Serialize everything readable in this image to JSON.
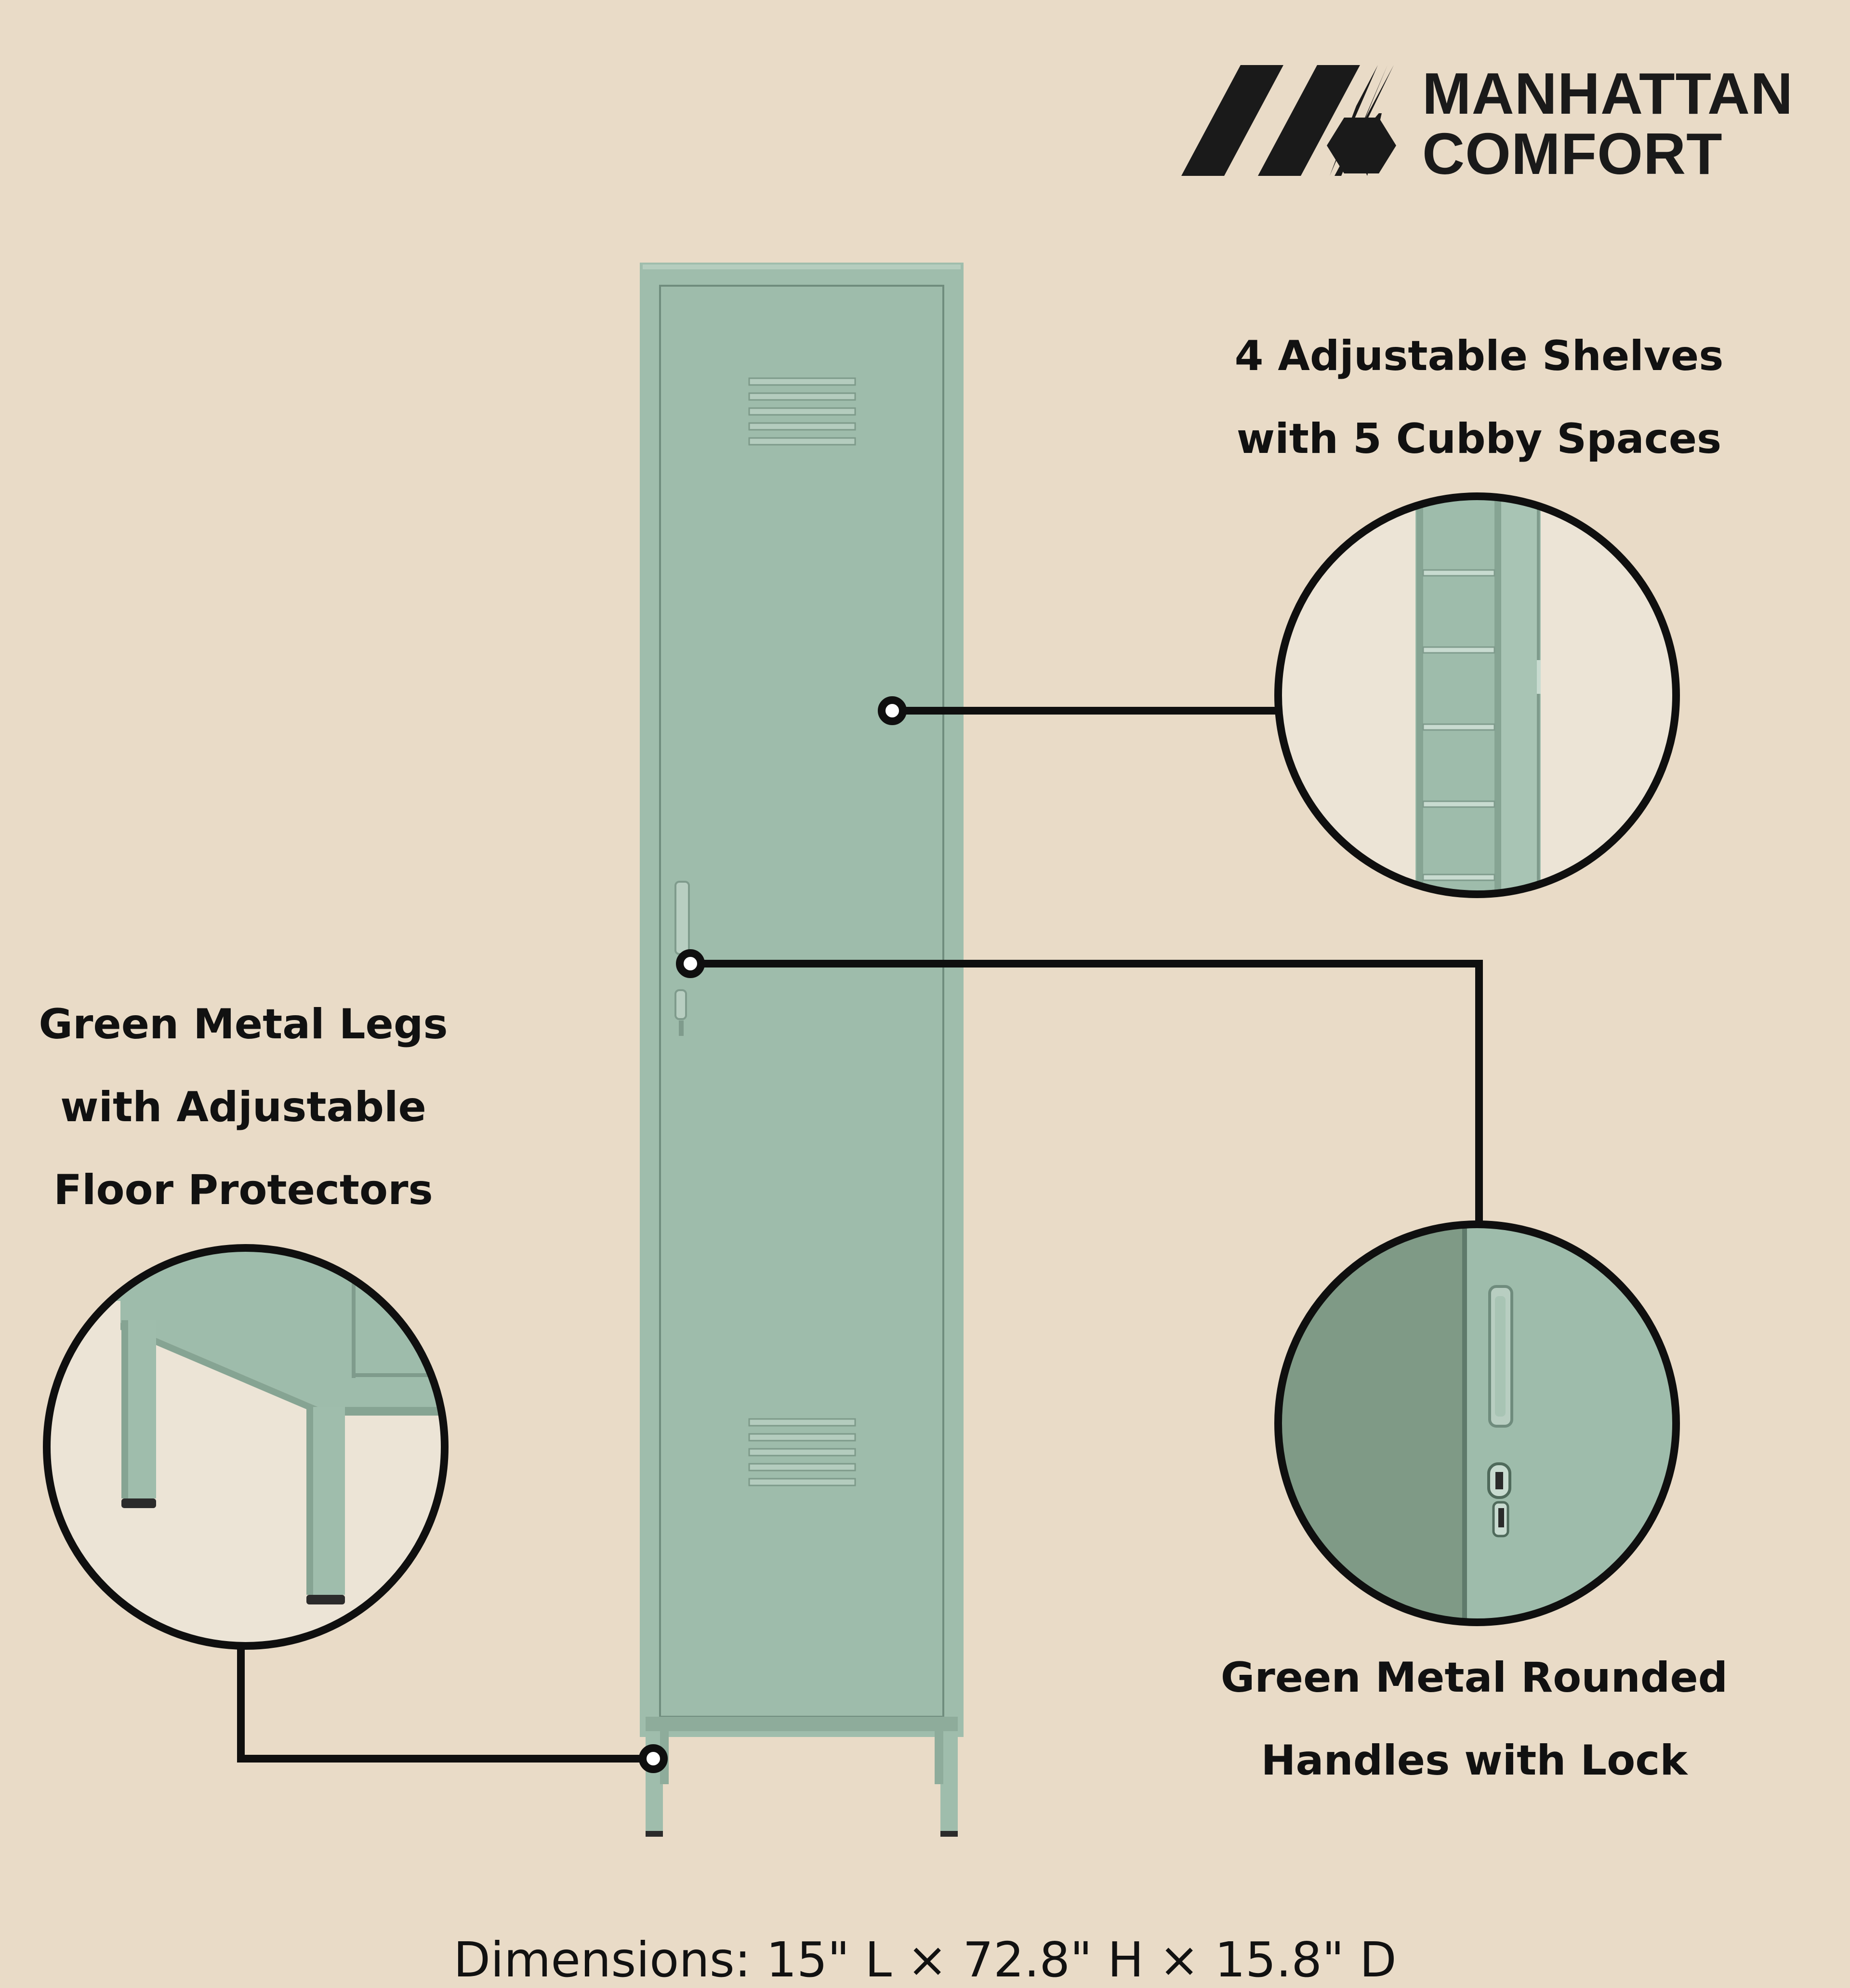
{
  "brand": {
    "line1": "MANHATTAN",
    "line2": "COMFORT",
    "logo_icon": "stripes-hexagon-logo"
  },
  "callouts": {
    "shelves": {
      "line1": "4 Adjustable Shelves",
      "line2": "with 5 Cubby Spaces"
    },
    "legs": {
      "line1": "Green Metal Legs",
      "line2": "with Adjustable",
      "line3": "Floor Protectors"
    },
    "handles": {
      "line1": "Green Metal Rounded",
      "line2": "Handles with Lock"
    }
  },
  "dimensions": "Dimensions: 15\" L × 72.8\" H × 15.8\" D",
  "colors": {
    "background": "#e9dbc7",
    "locker_green": "#9fbdac",
    "locker_green_dark": "#86a493",
    "ink": "#111111"
  }
}
